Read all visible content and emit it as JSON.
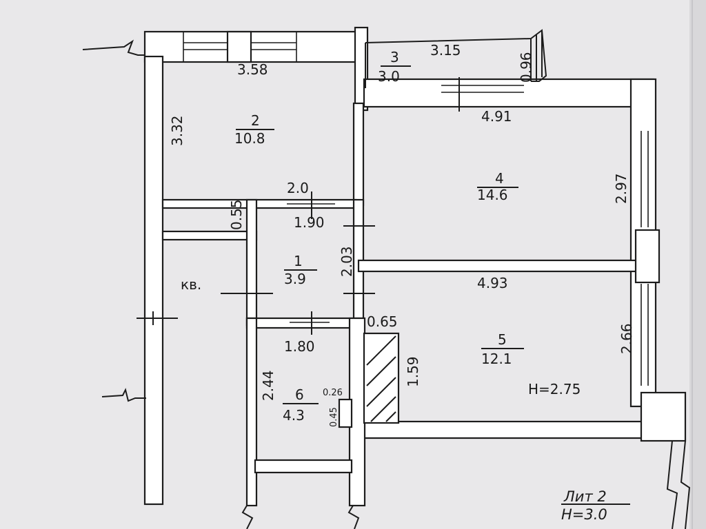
{
  "rooms": [
    {
      "id": "1",
      "area": "3.9"
    },
    {
      "id": "2",
      "area": "10.8"
    },
    {
      "id": "3",
      "area": "3.0"
    },
    {
      "id": "4",
      "area": "14.6"
    },
    {
      "id": "5",
      "area": "12.1"
    },
    {
      "id": "6",
      "area": "4.3"
    }
  ],
  "dimensions": {
    "room2_width": "3.58",
    "room2_depth": "3.32",
    "room2_lower": "0.55",
    "door_1": "2.0",
    "room1_width": "1.90",
    "room1_depth": "2.03",
    "room3_width": "3.15",
    "room3_depth": "0.96",
    "room4_width": "4.91",
    "room4_depth": "2.97",
    "room5_width": "4.93",
    "room5_depth": "2.66",
    "niche_width": "0.65",
    "niche_depth": "1.59",
    "room6_width": "1.80",
    "room6_depth": "2.44",
    "shaft_width": "0.26",
    "shaft_depth": "0.45"
  },
  "labels": {
    "apartment": "кв.",
    "room5_height": "H=2.75",
    "lit": "Лит 2",
    "building_height": "H=3.0"
  }
}
